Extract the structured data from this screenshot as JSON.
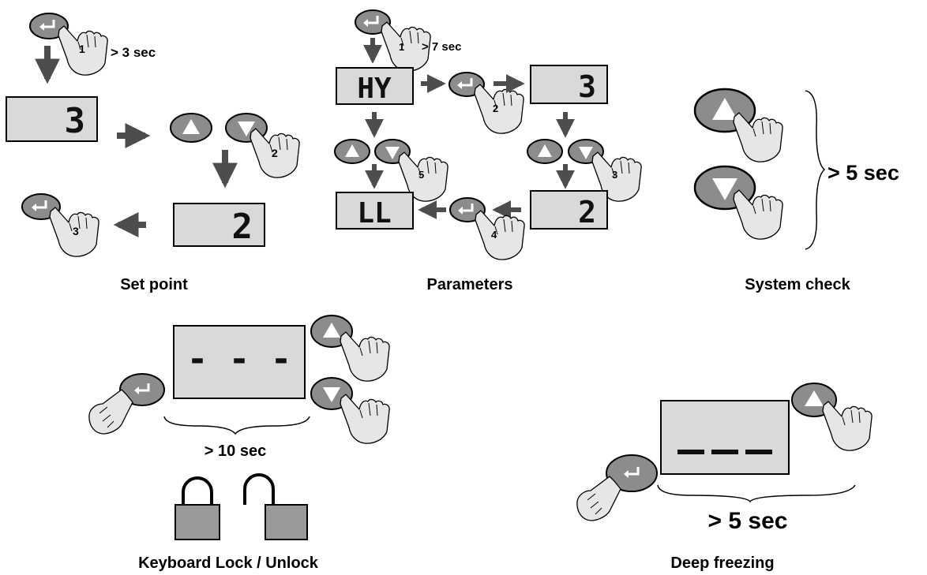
{
  "sections": {
    "set_point": {
      "title": "Set point",
      "hold_time": "> 3 sec",
      "display_initial": "3",
      "display_final": "2",
      "steps": [
        "1",
        "2",
        "3"
      ]
    },
    "parameters": {
      "title": "Parameters",
      "hold_time": "> 7 sec",
      "display_param_1": "HY",
      "display_param_2": "LL",
      "display_value_1": "3",
      "display_value_2": "2",
      "steps": [
        "1",
        "2",
        "3",
        "4",
        "5"
      ]
    },
    "system_check": {
      "title": "System check",
      "hold_time": "> 5 sec"
    },
    "keyboard_lock": {
      "title": "Keyboard Lock / Unlock",
      "hold_time": "> 10 sec",
      "display": "- - -"
    },
    "deep_freezing": {
      "title": "Deep freezing",
      "hold_time": "> 5 sec"
    }
  },
  "colors": {
    "button": "#8c8c8c",
    "display": "#d9d9d9",
    "arrow": "#4d4d4d",
    "hand": "#e6e6e6",
    "lock": "#999999"
  },
  "icons": [
    "enter-button-icon",
    "up-button-icon",
    "down-button-icon",
    "pressing-hand-icon",
    "closed-padlock-icon",
    "open-padlock-icon"
  ]
}
